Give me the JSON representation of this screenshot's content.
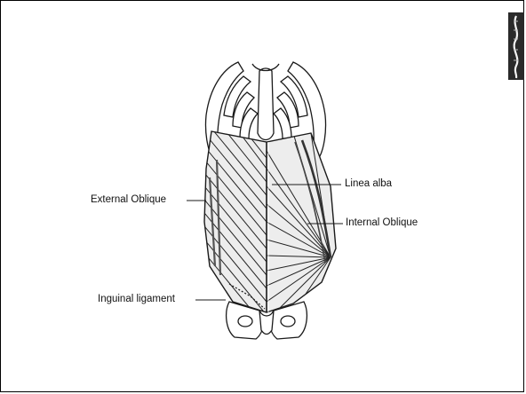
{
  "diagram": {
    "labels": {
      "external_oblique": "External Oblique",
      "linea_alba": "Linea alba",
      "internal_oblique": "Internal Oblique",
      "inguinal_ligament": "Inguinal ligament"
    }
  },
  "icons": {
    "corner_thumbnail": "spine-thumbnail-icon"
  },
  "colors": {
    "line": "#1a1a1a",
    "muscle_shade": "#cfcfcf",
    "background": "#ffffff"
  }
}
